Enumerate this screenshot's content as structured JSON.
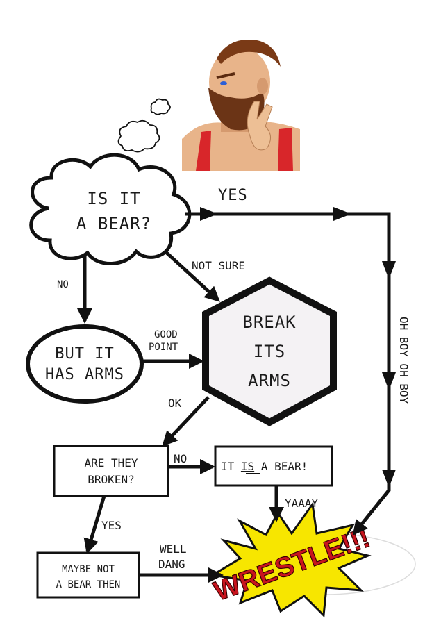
{
  "nodes": {
    "is_bear": [
      "IS IT",
      "A BEAR?"
    ],
    "has_arms": [
      "BUT IT",
      "HAS ARMS"
    ],
    "break_arms": [
      "BREAK",
      "ITS",
      "ARMS"
    ],
    "broken": [
      "ARE THEY",
      "BROKEN?"
    ],
    "it_is_bear": {
      "pre": "IT ",
      "emph": "IS",
      "post": " A BEAR!"
    },
    "maybe_not": [
      "MAYBE NOT",
      "A BEAR THEN"
    ],
    "wrestle": "WRESTLE!!!"
  },
  "edges": {
    "yes_top": "YES",
    "no_left": "NO",
    "not_sure": "NOT SURE",
    "good_point": [
      "GOOD",
      "POINT"
    ],
    "ok": "OK",
    "no_mid": "NO",
    "yes_low": "YES",
    "yaaay": "YAAAY",
    "well_dang": [
      "WELL",
      "DANG"
    ],
    "oh_boy": "OH BOY OH BOY"
  },
  "colors": {
    "line": "#111111",
    "hexagon_fill": "#f4f2f4",
    "burst_fill": "#f7e600",
    "wrestle_text": "#c8141e",
    "singlet": "#d8262a",
    "skin": "#e8b48a",
    "beard": "#6b3416"
  },
  "icons": {
    "thinking_wrestler": "bearded-wrestler-portrait",
    "thought_puffs": "thought-bubble-puffs"
  }
}
